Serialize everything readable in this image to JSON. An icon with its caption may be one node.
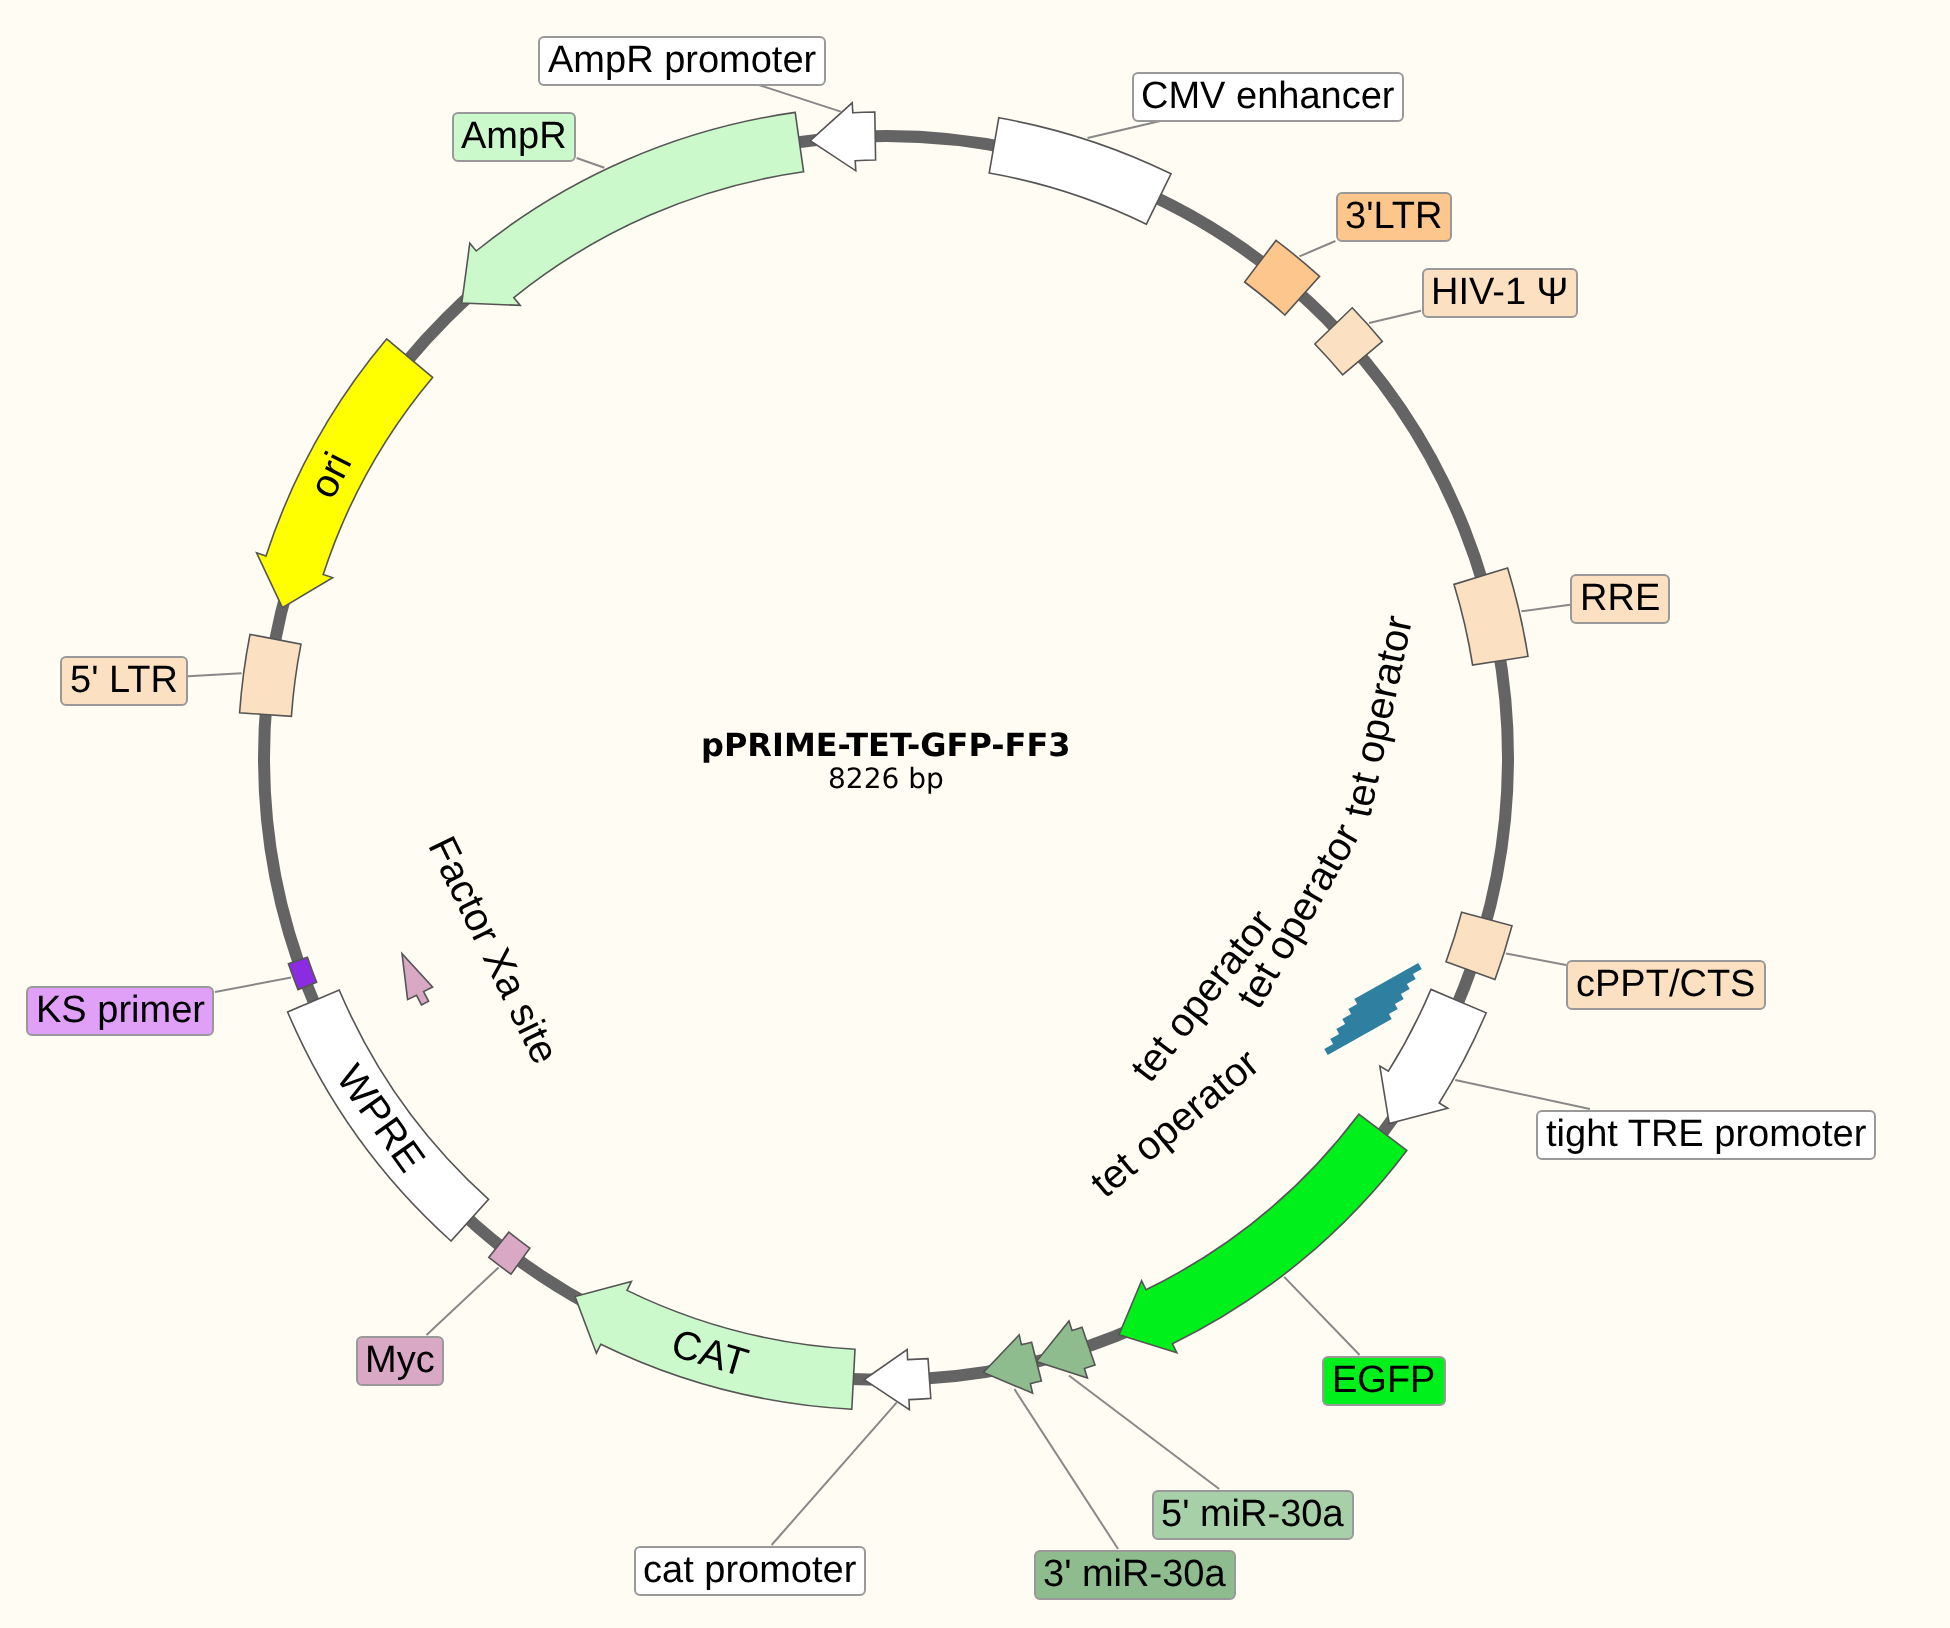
{
  "diagram": {
    "title": "pPRIME-TET-GFP-FF3",
    "nodes": [
      {
        "text": [
          "AmpR promoter"
        ]
      },
      {
        "text": [],
        "shape": "arrow"
      },
      {
        "text": [
          "AmpR"
        ]
      },
      {
        "text": [],
        "shape": "arrow"
      },
      {
        "text": [
          "CMV enhancer"
        ]
      },
      {
        "text": [],
        "shape": "box"
      },
      {
        "text": [
          "3'LTR"
        ]
      },
      {
        "text": [],
        "shape": "box"
      },
      {
        "text": [
          "HIV-1 Ψ"
        ]
      },
      {
        "text": [],
        "shape": "box"
      },
      {
        "text": [
          "RRE"
        ]
      },
      {
        "text": [],
        "shape": "box"
      },
      {
        "text": [
          "cPPT/CTS"
        ]
      },
      {
        "text": [],
        "shape": "box"
      },
      {
        "text": [
          "tight TRE promoter"
        ]
      },
      {
        "text": [],
        "shape": "arrow"
      },
      {
        "text": [
          "EGFP"
        ]
      },
      {
        "text": [],
        "shape": "arrow"
      },
      {
        "text": [
          "5' miR-30a"
        ]
      },
      {
        "text": [],
        "shape": "arrow"
      },
      {
        "text": [
          "3' miR-30a"
        ]
      },
      {
        "text": [],
        "shape": "arrow"
      },
      {
        "text": [
          "cat promoter"
        ]
      },
      {
        "text": [],
        "shape": "arrow"
      },
      {
        "text": [
          "CAT"
        ]
      },
      {
        "text": [
          "Myc"
        ]
      },
      {
        "text": [],
        "shape": "box"
      },
      {
        "text": [
          "WPRE"
        ]
      },
      {
        "text": [
          "KS primer"
        ]
      },
      {
        "text": [],
        "shape": "box"
      },
      {
        "text": [],
        "shape": "arrow",
        "beside": [
          "Factor Xa site"
        ]
      },
      {
        "text": [
          "5' LTR"
        ]
      },
      {
        "text": [],
        "shape": "box"
      },
      {
        "text": [
          "ori"
        ]
      },
      {
        "text": [],
        "shape": "bar",
        "beside": [
          "tet operator",
          "tet operator",
          "tet operator",
          "tet operator"
        ]
      }
    ],
    "edges": [
      {
        "from": 0,
        "to": 1,
        "arrow": "none"
      },
      {
        "from": 2,
        "to": 3,
        "arrow": "none"
      },
      {
        "from": 4,
        "to": 5,
        "arrow": "none"
      },
      {
        "from": 6,
        "to": 7,
        "arrow": "none"
      },
      {
        "from": 8,
        "to": 9,
        "arrow": "none"
      },
      {
        "from": 10,
        "to": 11,
        "arrow": "none"
      },
      {
        "from": 12,
        "to": 13,
        "arrow": "none"
      },
      {
        "from": 14,
        "to": 15,
        "arrow": "none"
      },
      {
        "from": 16,
        "to": 17,
        "arrow": "none"
      },
      {
        "from": 18,
        "to": 19,
        "arrow": "none"
      },
      {
        "from": 20,
        "to": 21,
        "arrow": "none"
      },
      {
        "from": 22,
        "to": 23,
        "arrow": "none"
      },
      {
        "from": 25,
        "to": 26,
        "arrow": "none"
      },
      {
        "from": 28,
        "to": 29,
        "arrow": "none"
      },
      {
        "from": 31,
        "to": 32,
        "arrow": "none"
      }
    ],
    "labels": [
      "8226 bp"
    ]
  }
}
